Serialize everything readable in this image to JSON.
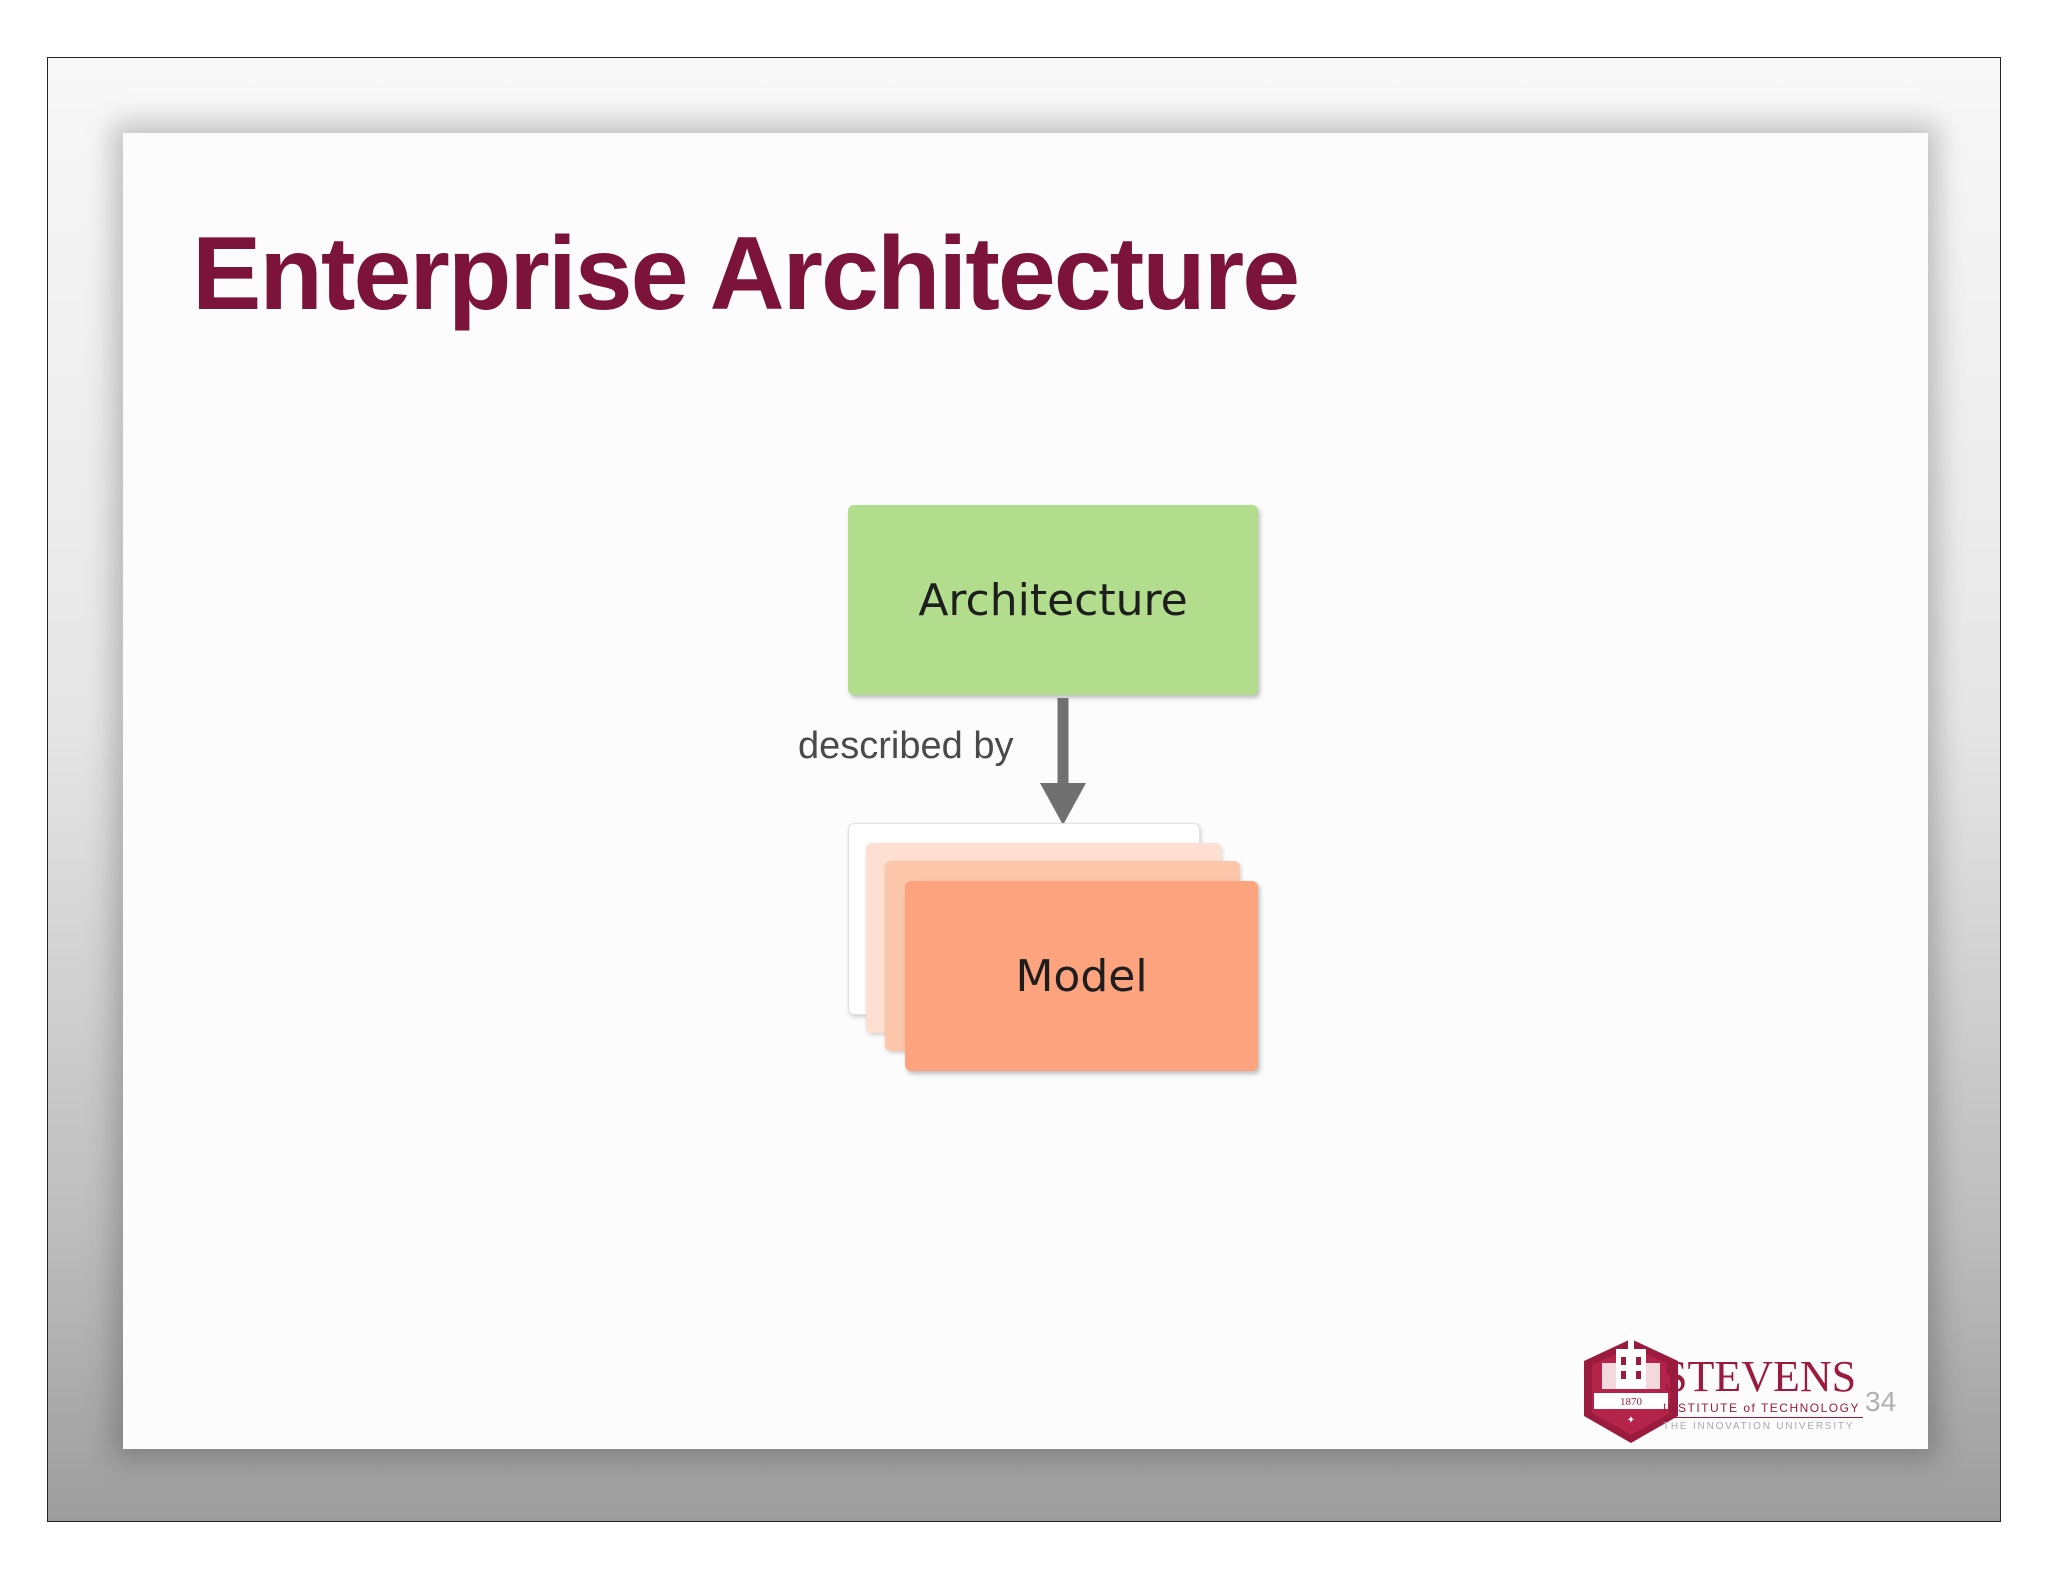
{
  "slide": {
    "title": "Enterprise Architecture",
    "page_number": "34"
  },
  "diagram": {
    "top_node": "Architecture",
    "relation": "described by",
    "bottom_node": "Model"
  },
  "colors": {
    "title": "#7c1338",
    "architecture_fill": "#b1dd8c",
    "model_fill": "#fda47f",
    "arrow": "#707070",
    "brand": "#9a1b3e"
  },
  "logo": {
    "name": "STEVENS",
    "subtitle": "INSTITUTE of TECHNOLOGY",
    "tagline": "THE INNOVATION UNIVERSITY",
    "year": "1870"
  }
}
